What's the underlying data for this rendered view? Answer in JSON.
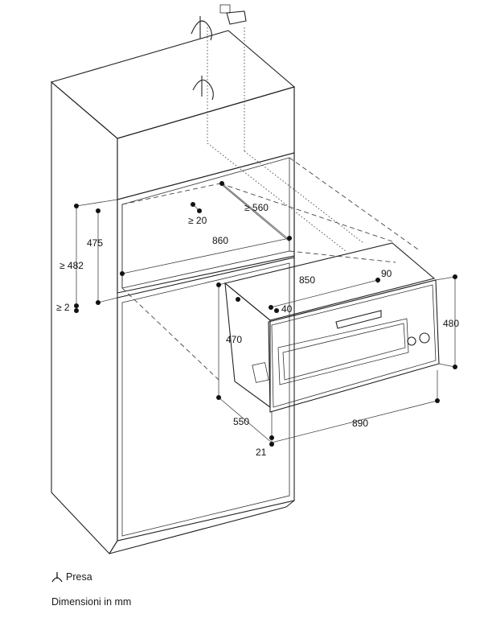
{
  "dimensions": {
    "d482": "≥ 482",
    "d475": "475",
    "d2": "≥ 2",
    "d20": "≥ 20",
    "d560": "≥ 560",
    "d860": "860",
    "d850": "850",
    "d90": "90",
    "d40": "40",
    "d470": "470",
    "d480": "480",
    "d550": "550",
    "d890": "890",
    "d21": "21"
  },
  "legend": {
    "socket_symbol": "socket-icon",
    "socket_label": "Presa",
    "units_label": "Dimensioni in mm"
  }
}
